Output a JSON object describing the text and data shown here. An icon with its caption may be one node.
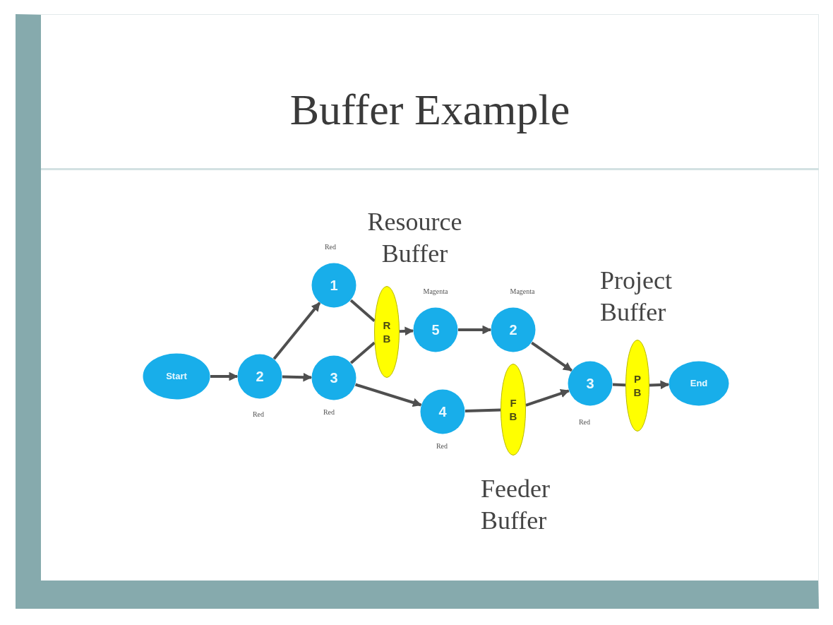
{
  "diagram": {
    "title": "Buffer Example",
    "nodes": [
      {
        "text": [
          "Start"
        ]
      },
      {
        "text": [
          "2"
        ],
        "beside": [
          "Red"
        ]
      },
      {
        "text": [
          "1"
        ],
        "beside": [
          "Red"
        ]
      },
      {
        "text": [
          "3"
        ],
        "beside": [
          "Red"
        ]
      },
      {
        "text": [
          "R B"
        ],
        "beside": [
          "Resource Buffer"
        ]
      },
      {
        "text": [
          "5"
        ],
        "beside": [
          "Magenta"
        ]
      },
      {
        "text": [
          "4"
        ],
        "beside": [
          "Red"
        ]
      },
      {
        "text": [
          "2"
        ],
        "beside": [
          "Magenta"
        ]
      },
      {
        "text": [
          "F B"
        ],
        "beside": [
          "Feeder Buffer"
        ]
      },
      {
        "text": [
          "3"
        ],
        "beside": [
          "Red"
        ]
      },
      {
        "text": [
          "P B"
        ],
        "beside": [
          "Project Buffer"
        ]
      },
      {
        "text": [
          "End"
        ]
      }
    ],
    "edges": [
      {
        "from": 0,
        "to": 1,
        "arrow": "to"
      },
      {
        "from": 1,
        "to": 2,
        "arrow": "to"
      },
      {
        "from": 1,
        "to": 3,
        "arrow": "to"
      },
      {
        "from": 2,
        "to": 4,
        "arrow": "none"
      },
      {
        "from": 3,
        "to": 4,
        "arrow": "none"
      },
      {
        "from": 4,
        "to": 5,
        "arrow": "to"
      },
      {
        "from": 3,
        "to": 6,
        "arrow": "to"
      },
      {
        "from": 5,
        "to": 7,
        "arrow": "to"
      },
      {
        "from": 6,
        "to": 8,
        "arrow": "none"
      },
      {
        "from": 8,
        "to": 9,
        "arrow": "to"
      },
      {
        "from": 7,
        "to": 9,
        "arrow": "to"
      },
      {
        "from": 9,
        "to": 10,
        "arrow": "none"
      },
      {
        "from": 10,
        "to": 11,
        "arrow": "to"
      }
    ]
  }
}
